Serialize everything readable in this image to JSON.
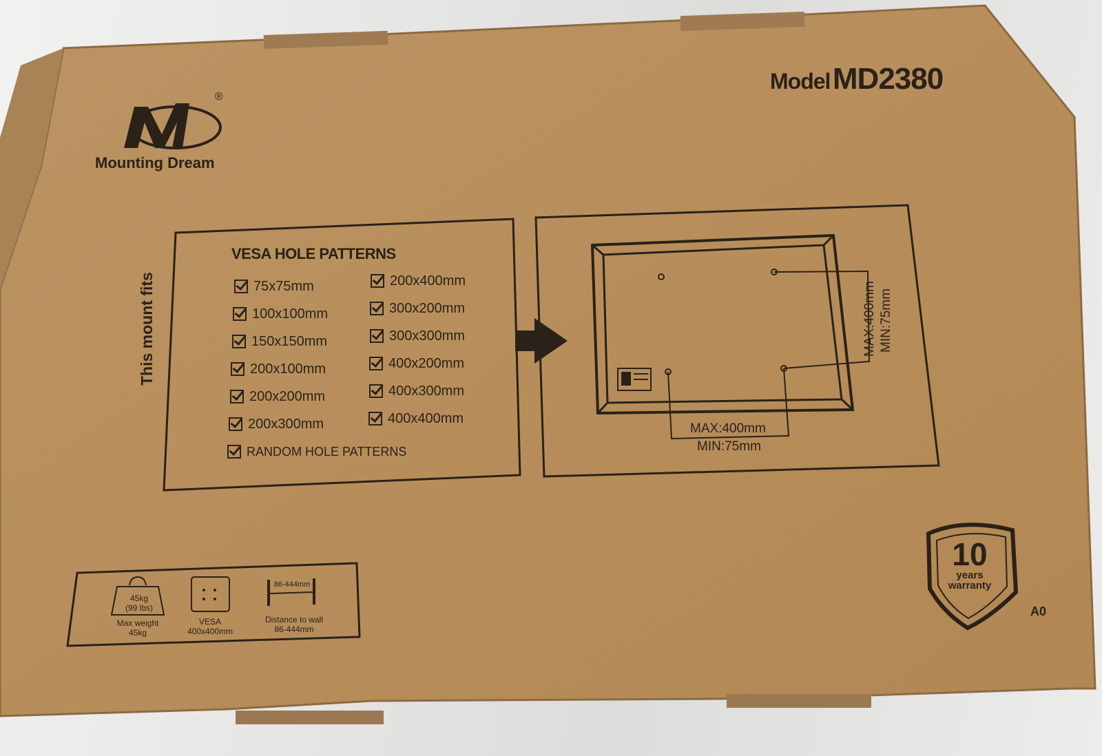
{
  "box": {
    "brand_name": "Mounting Dream",
    "logo_letters": "M",
    "registered_mark": "®",
    "model_label": "Model",
    "model_number": "MD2380",
    "fits_label": "This mount fits",
    "vesa_title": "VESA HOLE PATTERNS",
    "patterns_left": [
      "75x75mm",
      "100x100mm",
      "150x150mm",
      "200x100mm",
      "200x200mm",
      "200x300mm"
    ],
    "patterns_right": [
      "200x400mm",
      "300x200mm",
      "300x300mm",
      "400x200mm",
      "400x300mm",
      "400x400mm"
    ],
    "random_patterns": "RANDOM HOLE PATTERNS",
    "diagram": {
      "horizontal_max": "MAX:400mm",
      "horizontal_min": "MIN:75mm",
      "vertical_max": "MAX:400mm",
      "vertical_min": "MIN:75mm"
    },
    "specs": {
      "weight_icon_line1": "45kg",
      "weight_icon_line2": "(99 lbs)",
      "weight_label": "Max weight",
      "weight_value": "45kg",
      "vesa_label": "VESA",
      "vesa_value": "400x400mm",
      "distance_icon": "86-444mm",
      "distance_label": "Distance to wall",
      "distance_value": "86-444mm"
    },
    "warranty_number": "10",
    "warranty_word1": "years",
    "warranty_word2": "warranty",
    "code": "A0",
    "colors": {
      "cardboard": "#b88f5e",
      "ink": "#2a2219",
      "floor": "#e7e6e4"
    }
  }
}
